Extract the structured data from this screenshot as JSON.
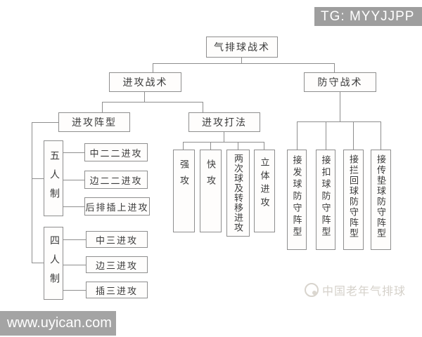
{
  "overlays": {
    "tg_badge": "TG: MYYJJPP",
    "url": "www.uyican.com",
    "watermark": "中国老年气排球"
  },
  "nodes": {
    "root": "气排球战术",
    "attack": "进攻战术",
    "defense": "防守战术",
    "formation": "进攻阵型",
    "methods": "进攻打法",
    "five_system": "五人制",
    "four_system": "四人制",
    "five_children": [
      "中二二进攻",
      "边二二进攻",
      "后排插上进攻"
    ],
    "four_children": [
      "中三进攻",
      "边三进攻",
      "插三进攻"
    ],
    "method_children": [
      "强攻",
      "快攻",
      "两次球及转移进攻",
      "立体进攻"
    ],
    "defense_children": [
      "接发球防守阵型",
      "接扣球防守阵型",
      "接拦回球防守阵型",
      "接传垫球防守阵型"
    ]
  },
  "colors": {
    "line": "#8e8e8e",
    "text": "#3a3a3a",
    "badge_bg": "#9e9e9e",
    "bar_bg": "#a4a4a4",
    "watermark": "#d5d1ca"
  }
}
